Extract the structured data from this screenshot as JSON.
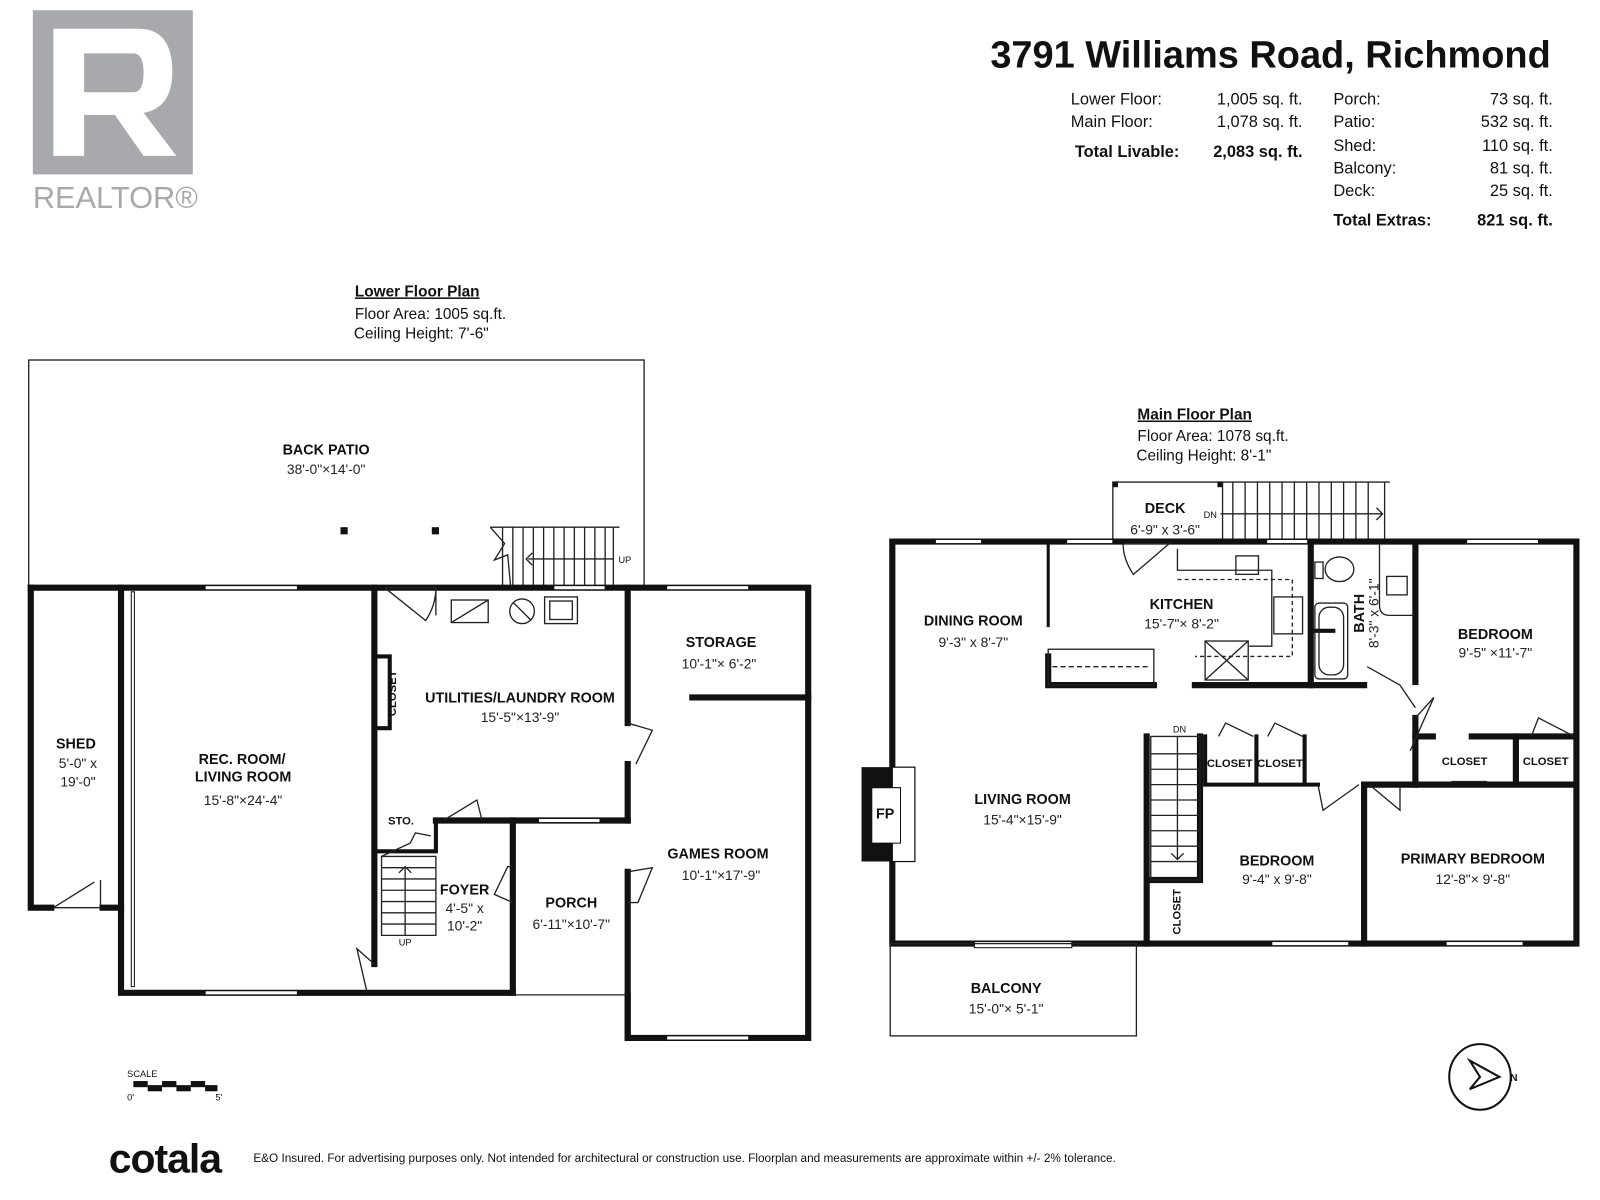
{
  "logo": {
    "realtor_text": "REALTOR®",
    "brand_color": "#a7a9ac"
  },
  "header": {
    "address": "3791 Williams Road, Richmond",
    "livable": [
      {
        "label": "Lower Floor:",
        "value": "1,005 sq. ft."
      },
      {
        "label": "Main Floor:",
        "value": "1,078 sq. ft."
      }
    ],
    "total_livable": {
      "label": "Total Livable:",
      "value": "2,083 sq. ft."
    },
    "extras": [
      {
        "label": "Porch:",
        "value": "73 sq. ft."
      },
      {
        "label": "Patio:",
        "value": "532 sq. ft."
      },
      {
        "label": "Shed:",
        "value": "110 sq. ft."
      },
      {
        "label": "Balcony:",
        "value": "81 sq. ft."
      },
      {
        "label": "Deck:",
        "value": "25 sq. ft."
      }
    ],
    "total_extras": {
      "label": "Total Extras:",
      "value": "821 sq. ft."
    }
  },
  "lower": {
    "title": "Lower Floor Plan",
    "area": "Floor Area: 1005 sq.ft.",
    "ceiling": "Ceiling Height: 7'-6\"",
    "rooms": {
      "patio": {
        "name": "BACK PATIO",
        "dim": "38'-0\"×14'-0\""
      },
      "shed": {
        "name": "SHED",
        "dim1": "5'-0\" x",
        "dim2": "19'-0\""
      },
      "rec": {
        "name1": "REC. ROOM/",
        "name2": "LIVING ROOM",
        "dim": "15'-8\"×24'-4\""
      },
      "closet": {
        "name": "CLOSET"
      },
      "utilities": {
        "name": "UTILITIES/LAUNDRY ROOM",
        "dim": "15'-5\"×13'-9\""
      },
      "storage": {
        "name": "STORAGE",
        "dim": "10'-1\"× 6'-2\""
      },
      "games": {
        "name": "GAMES ROOM",
        "dim": "10'-1\"×17'-9\""
      },
      "sto": {
        "name": "STO."
      },
      "foyer": {
        "name": "FOYER",
        "dim1": "4'-5\" x",
        "dim2": "10'-2\""
      },
      "porch": {
        "name": "PORCH",
        "dim": "6'-11\"×10'-7\""
      }
    },
    "stair_up_1": "UP",
    "stair_up_2": "UP"
  },
  "main": {
    "title": "Main Floor Plan",
    "area": "Floor Area: 1078 sq.ft.",
    "ceiling": "Ceiling Height: 8'-1\"",
    "rooms": {
      "deck": {
        "name": "DECK",
        "dim": "6'-9\" x 3'-6\""
      },
      "kitchen": {
        "name": "KITCHEN",
        "dim": "15'-7\"× 8'-2\""
      },
      "dining": {
        "name": "DINING ROOM",
        "dim": "9'-3\" x 8'-7\""
      },
      "bath": {
        "name": "BATH",
        "dim": "8'-3\" x 6'-1\""
      },
      "bedroom1": {
        "name": "BEDROOM",
        "dim": "9'-5\" ×11'-7\""
      },
      "living": {
        "name": "LIVING ROOM",
        "dim": "15'-4\"×15'-9\""
      },
      "fp": {
        "name": "FP"
      },
      "bedroom2": {
        "name": "BEDROOM",
        "dim": "9'-4\" x 9'-8\""
      },
      "primary": {
        "name": "PRIMARY BEDROOM",
        "dim": "12'-8\"× 9'-8\""
      },
      "balcony": {
        "name": "BALCONY",
        "dim": "15'-0\"× 5'-1\""
      },
      "closets": [
        "CLOSET",
        "CLOSET",
        "CLOSET",
        "CLOSET",
        "CLOSET"
      ]
    },
    "stair_dn_1": "DN",
    "stair_dn_2": "DN"
  },
  "scale": {
    "label": "SCALE",
    "start": "0'",
    "end": "5'"
  },
  "compass": {
    "north": "N"
  },
  "footer": {
    "brand": "cotala",
    "disclaimer": "E&O Insured. For advertising purposes only. Not intended for architectural or construction use. Floorplan and measurements are approximate within +/- 2% tolerance."
  }
}
